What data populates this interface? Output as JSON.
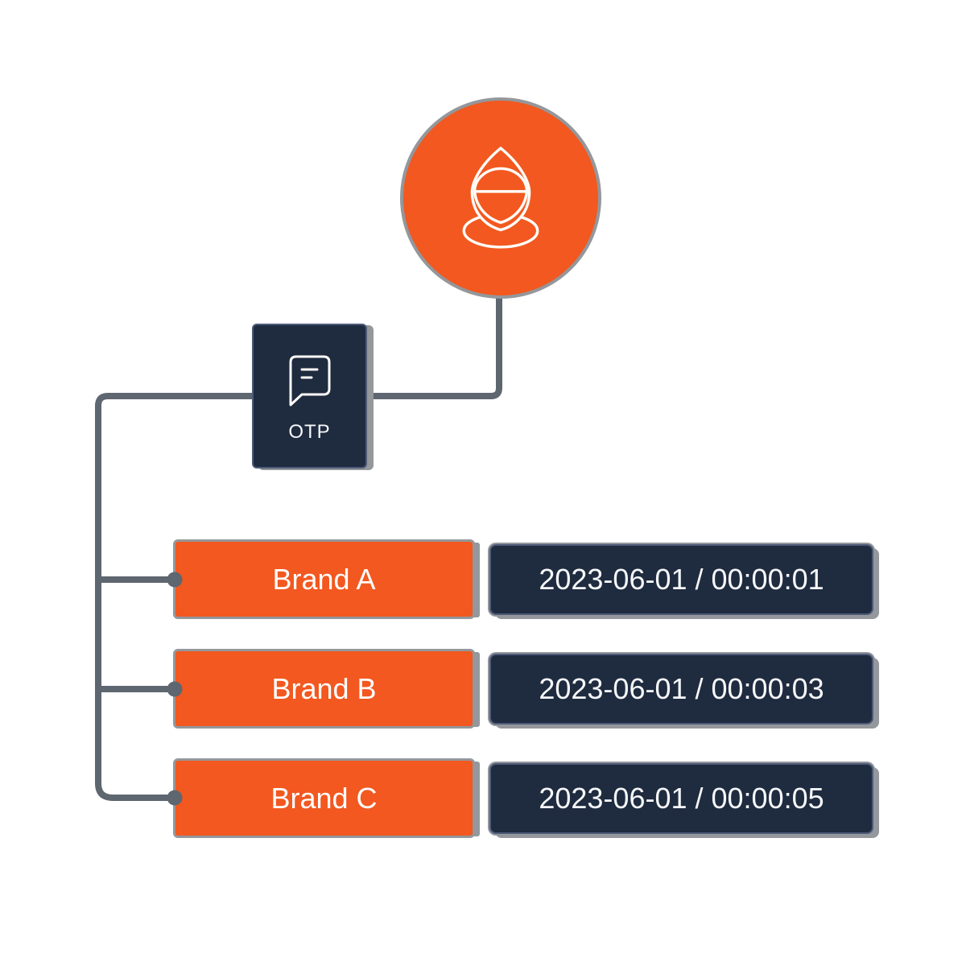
{
  "diagram": {
    "attacker": {
      "icon": "hooded-attacker-icon"
    },
    "otp": {
      "label": "OTP",
      "icon": "chat-bubble-icon"
    },
    "rows": [
      {
        "brand": "Brand A",
        "timestamp": "2023-06-01 / 00:00:01"
      },
      {
        "brand": "Brand B",
        "timestamp": "2023-06-01 / 00:00:03"
      },
      {
        "brand": "Brand C",
        "timestamp": "2023-06-01 / 00:00:05"
      }
    ]
  },
  "colors": {
    "orange": "#F2581F",
    "navy": "#1F2B3F",
    "navy_border": "#4D5B79",
    "connector": "#5E6670",
    "shadow": "#94979B",
    "text_light": "#F6F8FA"
  }
}
